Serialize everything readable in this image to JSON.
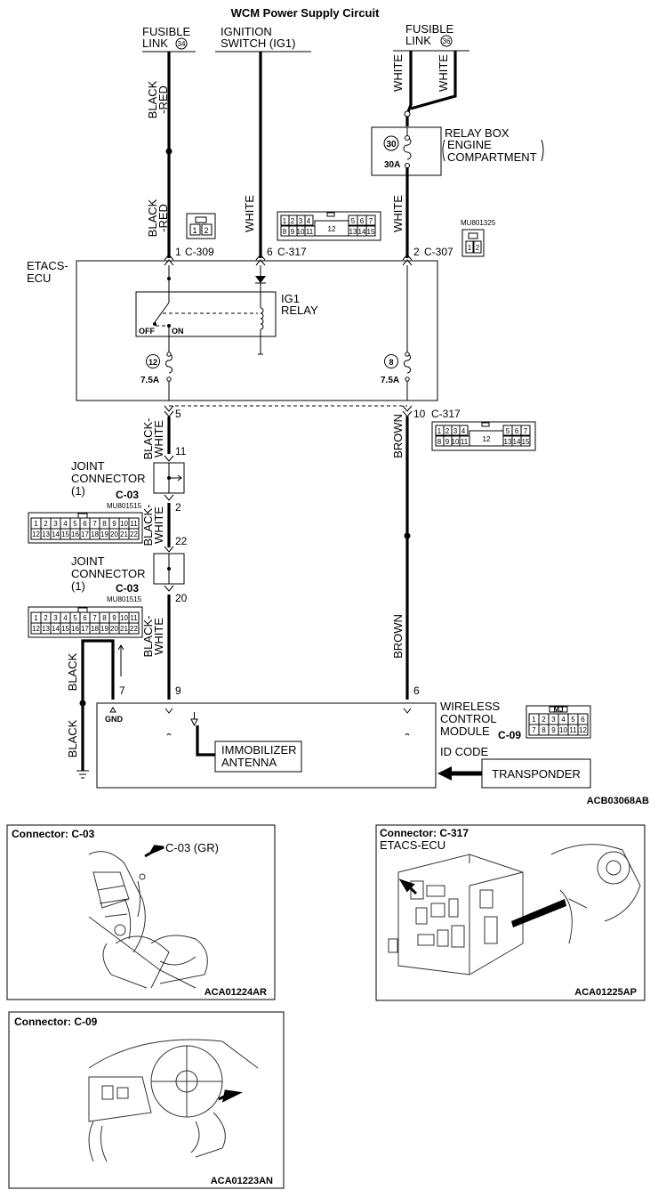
{
  "title": "WCM Power Supply Circuit",
  "fusible_link_34": {
    "line1": "FUSIBLE",
    "line2": "LINK",
    "num": "34"
  },
  "fusible_link_36": {
    "line1": "FUSIBLE",
    "line2": "LINK",
    "num": "36"
  },
  "ignition_switch": {
    "line1": "IGNITION",
    "line2": "SWITCH (IG1)"
  },
  "relay_box": {
    "line1": "RELAY BOX",
    "line2": "ENGINE",
    "line3": "COMPARTMENT",
    "fuse_num": "30",
    "fuse_rating": "30A"
  },
  "wire_colors": {
    "black_red": "BLACK-RED",
    "black_red_top": "BLACK",
    "black_red_bottom": "-RED",
    "white": "WHITE",
    "black_white_top": "BLACK-",
    "black_white_bottom": "WHITE",
    "brown": "BROWN",
    "black": "BLACK"
  },
  "connectors": {
    "c309": {
      "pin": "1",
      "name": "C-309"
    },
    "c317_top": {
      "pin": "6",
      "name": "C-317"
    },
    "c307": {
      "pin": "2",
      "name": "C-307",
      "part": "MU801325"
    },
    "c317_bottom": {
      "pin": "10",
      "name": "C-317"
    },
    "c03": "C-03",
    "c09": "C-09",
    "mu801515": "MU801515"
  },
  "etacs": {
    "label_line1": "ETACS-",
    "label_line2": "ECU",
    "relay_line1": "IG1",
    "relay_line2": "RELAY",
    "off": "OFF",
    "on": "ON",
    "fuse12": "12",
    "fuse12_rating": "7.5A",
    "fuse8": "8",
    "fuse8_rating": "7.5A"
  },
  "pins": {
    "p5": "5",
    "p11": "11",
    "p2": "2",
    "p22": "22",
    "p20": "20",
    "p7": "7",
    "p9": "9",
    "p6": "6"
  },
  "joint_connector": {
    "line1": "JOINT",
    "line2": "CONNECTOR",
    "line3": "(1)"
  },
  "connector_grid_small": [
    "1",
    "2",
    "3",
    "4",
    "",
    "5",
    "6",
    "7",
    "8",
    "9",
    "10",
    "11",
    "12",
    "13",
    "14",
    "15"
  ],
  "c309_pins": [
    "1",
    "2"
  ],
  "c307_pins": [
    "1",
    "2"
  ],
  "c03_row1": [
    "1",
    "2",
    "3",
    "4",
    "5",
    "6",
    "7",
    "8",
    "9",
    "10",
    "11"
  ],
  "c03_row2": [
    "12",
    "13",
    "14",
    "15",
    "16",
    "17",
    "18",
    "19",
    "20",
    "21",
    "22"
  ],
  "c09_header": "MJ",
  "c09_row1": [
    "1",
    "2",
    "3",
    "4",
    "5",
    "6"
  ],
  "c09_row2": [
    "7",
    "8",
    "9",
    "10",
    "11",
    "12"
  ],
  "wcm": {
    "line1": "WIRELESS",
    "line2": "CONTROL",
    "line3": "MODULE",
    "gnd": "GND"
  },
  "immobilizer": {
    "line1": "IMMOBILIZER",
    "line2": "ANTENNA"
  },
  "id_code": "ID CODE",
  "transponder": "TRANSPONDER",
  "diagram_code": "ACB03068AB",
  "panels": {
    "c03": {
      "title": "Connector: C-03",
      "callout": "C-03 (GR)",
      "code": "ACA01224AR"
    },
    "c317": {
      "title": "Connector: C-317",
      "subtitle": "ETACS-ECU",
      "code": "ACA01225AP"
    },
    "c09": {
      "title": "Connector: C-09",
      "code": "ACA01223AN"
    }
  }
}
